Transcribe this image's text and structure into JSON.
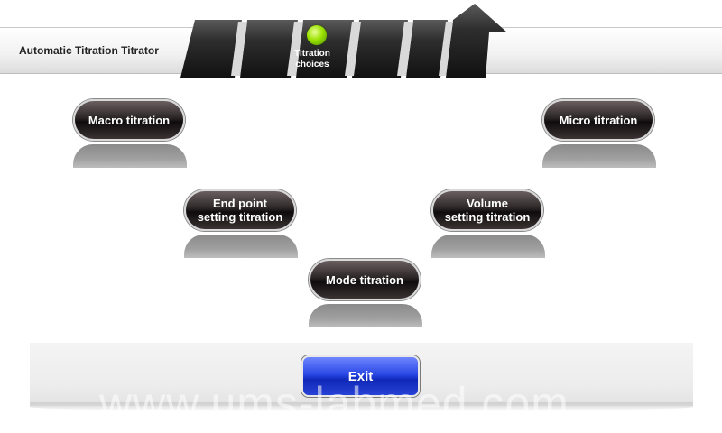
{
  "header": {
    "title": "Automatic Titration Titrator",
    "step_label_line1": "Titration",
    "step_label_line2": "choices"
  },
  "buttons": {
    "macro": {
      "label": "Macro titration"
    },
    "micro": {
      "label": "Micro titration"
    },
    "endpoint": {
      "line1": "End point",
      "line2": "setting titration"
    },
    "volume": {
      "line1": "Volume",
      "line2": "setting titration"
    },
    "mode": {
      "label": "Mode titration"
    }
  },
  "footer": {
    "exit_label": "Exit",
    "watermark": "www.ums-labmed.com"
  },
  "colors": {
    "ribbon": "#2b2b2b",
    "indicator": "#9be200",
    "exit_button": "#1f3fe0",
    "pill": "#2b2526"
  },
  "icons": {
    "step_indicator": "green-led-icon",
    "ribbon_arrow": "arrow-up-icon"
  }
}
